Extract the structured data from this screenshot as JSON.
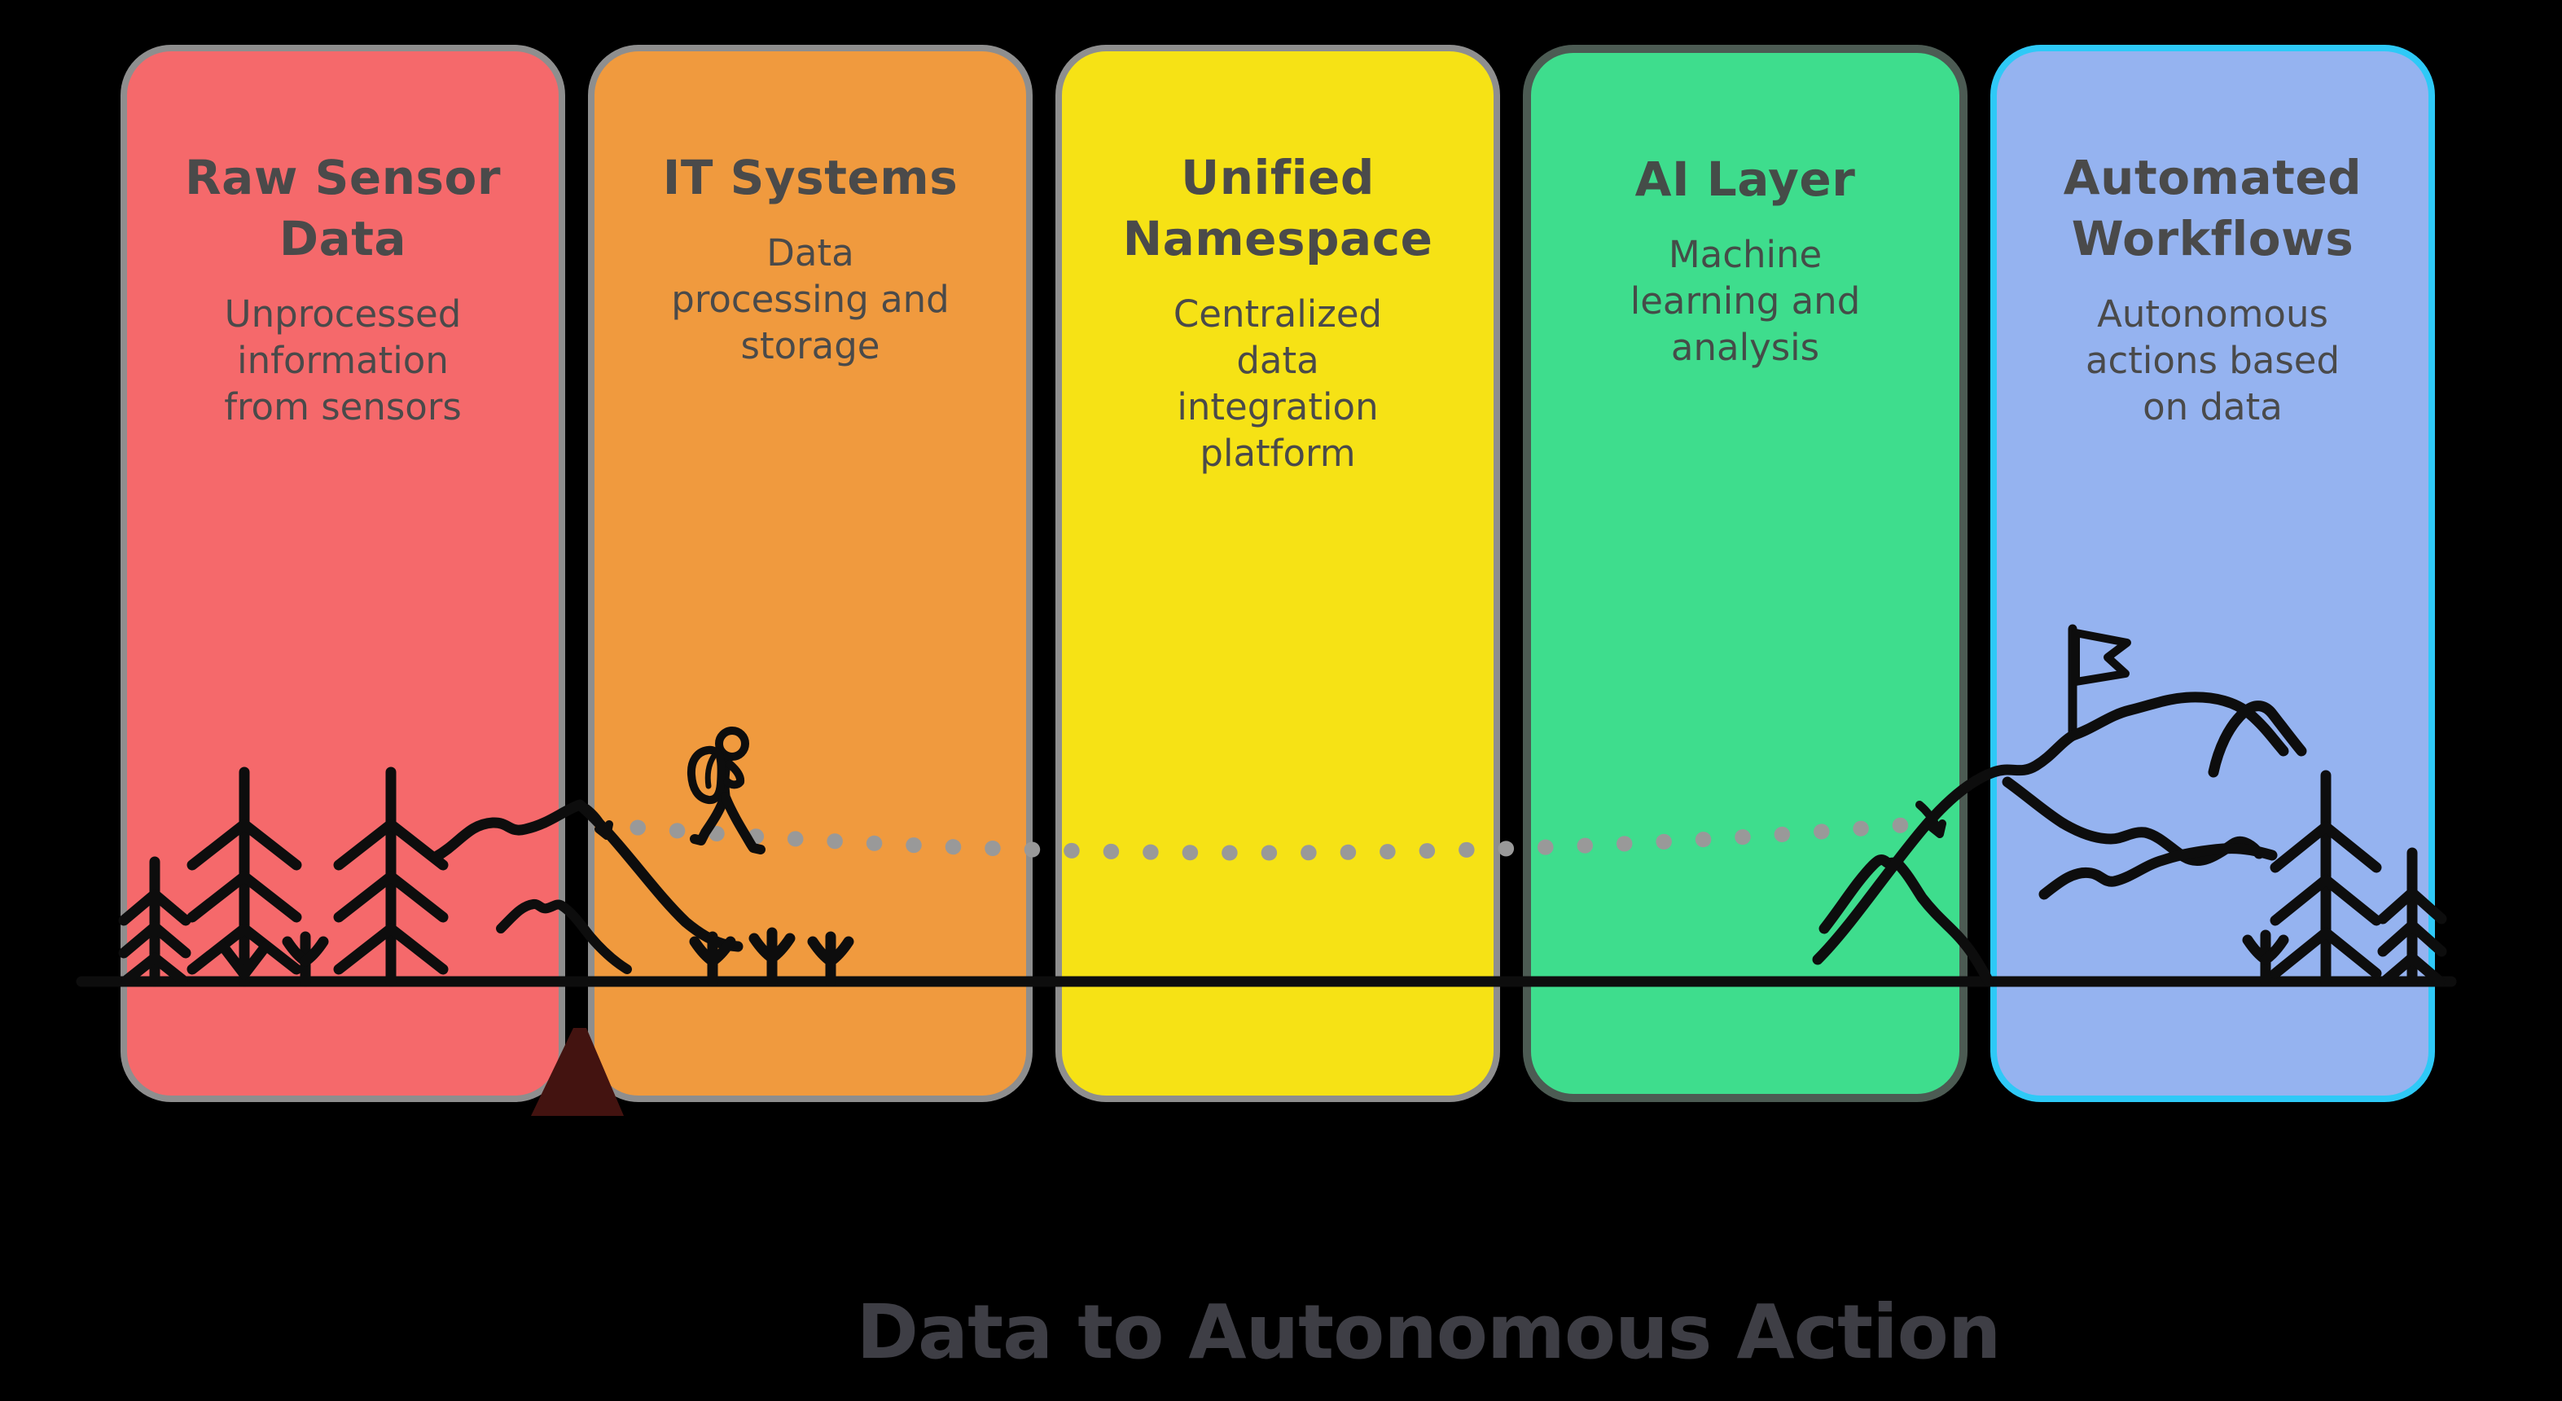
{
  "canvas": {
    "background": "#000000"
  },
  "caption": {
    "text": "Data to Autonomous Action",
    "color": "#3e3e45"
  },
  "columns": [
    {
      "id": "raw-sensor-data",
      "title": "Raw Sensor\nData",
      "subtitle": "Unprocessed\ninformation\nfrom sensors",
      "fill": "#f5696b",
      "border": "#8e8e8e",
      "text_color": "#4a4a4a"
    },
    {
      "id": "it-systems",
      "title": "IT Systems",
      "subtitle": "Data\nprocessing and\nstorage",
      "fill": "#f09a3e",
      "border": "#8e8e8e",
      "text_color": "#4a4a4a"
    },
    {
      "id": "unified-namespace",
      "title": "Unified\nNamespace",
      "subtitle": "Centralized\ndata\nintegration\nplatform",
      "fill": "#f6e215",
      "border": "#8e8e8e",
      "text_color": "#4a4a4a"
    },
    {
      "id": "ai-layer",
      "title": "AI Layer",
      "subtitle": "Machine\nlearning and\nanalysis",
      "fill": "#3edd8d",
      "border": "#4c5b53",
      "text_color": "#454c48"
    },
    {
      "id": "automated-workflows",
      "title": "Automated\nWorkflows",
      "subtitle": "Autonomous\nactions based\non data",
      "fill": "#95b3f0",
      "border": "#2ec9f7",
      "text_color": "#4a4a4a"
    }
  ],
  "illustration": {
    "stroke_color": "#0d0d0d",
    "dot_color": "#999999",
    "underground_color": "#431310"
  }
}
